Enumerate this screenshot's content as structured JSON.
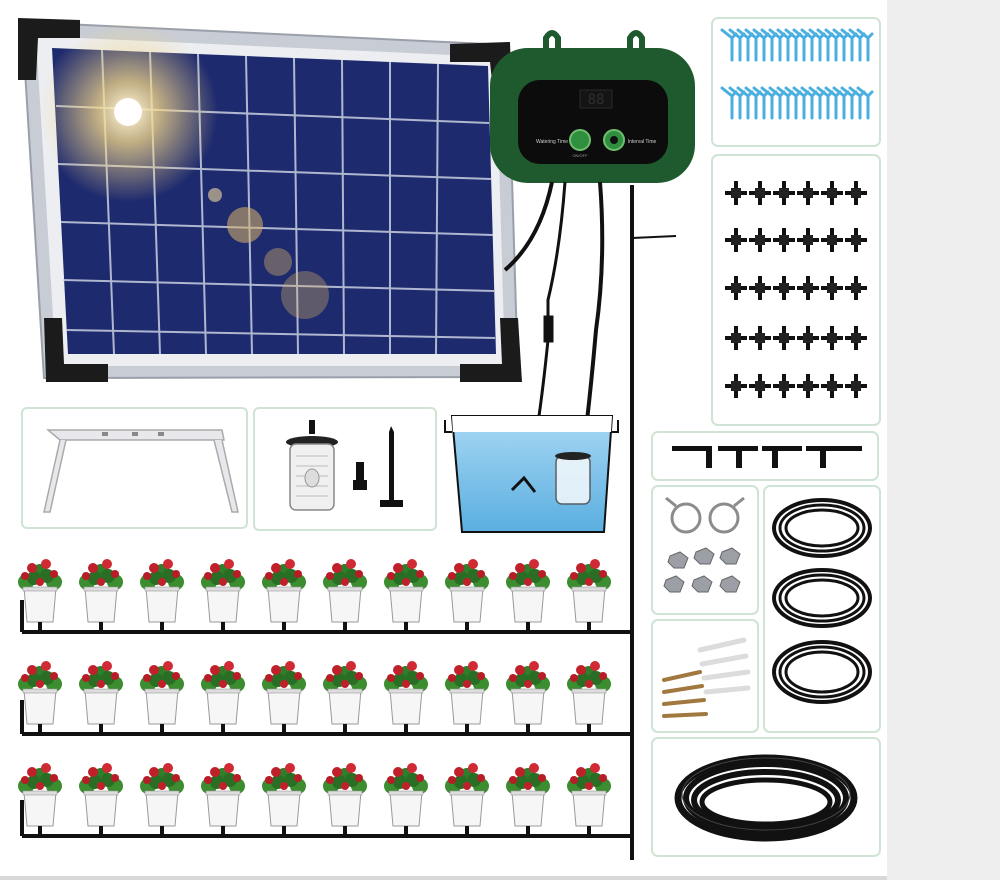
{
  "controller": {
    "display_value": "88",
    "left_button_label": "Watering Time",
    "right_button_label": "Interval Time",
    "on_label": "ON/OFF",
    "body_color": "#1f5a2f",
    "screen_color": "#0c0c0c"
  },
  "colors": {
    "panel_frame": "#c8ccd4",
    "panel_cell": "#1e2a6e",
    "water": "#78c0ec",
    "flower_red": "#c0202a",
    "leaf_green": "#2f7f2a",
    "stake_blue": "#4aaee0",
    "tube_black": "#111111"
  },
  "kit_items": [
    {
      "name": "solar-panel-icon"
    },
    {
      "name": "pump-controller-icon"
    },
    {
      "name": "panel-bracket-icon"
    },
    {
      "name": "submersible-pump-icon"
    },
    {
      "name": "water-bucket-icon"
    },
    {
      "name": "drip-stakes-icon"
    },
    {
      "name": "tee-connectors-icon"
    },
    {
      "name": "straight-connectors-icon"
    },
    {
      "name": "hose-clamps-icon"
    },
    {
      "name": "screw-anchors-icon"
    },
    {
      "name": "small-tubing-coils-icon"
    },
    {
      "name": "main-hose-coil-icon"
    },
    {
      "name": "potted-flowers-icon"
    }
  ],
  "planters": {
    "rows": 3,
    "per_row": 10
  }
}
